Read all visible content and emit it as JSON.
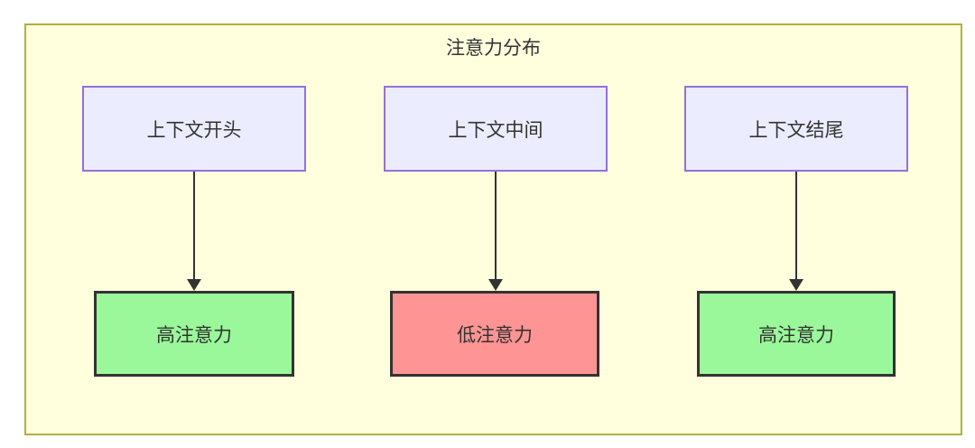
{
  "diagram": {
    "title": "注意力分布",
    "top_nodes": [
      {
        "id": "context-start",
        "label": "上下文开头"
      },
      {
        "id": "context-middle",
        "label": "上下文中间"
      },
      {
        "id": "context-end",
        "label": "上下文结尾"
      }
    ],
    "bottom_nodes": [
      {
        "id": "attention-left",
        "label": "高注意力",
        "level": "high"
      },
      {
        "id": "attention-middle",
        "label": "低注意力",
        "level": "low"
      },
      {
        "id": "attention-right",
        "label": "高注意力",
        "level": "high"
      }
    ],
    "edges": [
      {
        "from": "context-start",
        "to": "attention-left"
      },
      {
        "from": "context-middle",
        "to": "attention-middle"
      },
      {
        "from": "context-end",
        "to": "attention-right"
      }
    ],
    "colors": {
      "container_background": "#ffffde",
      "container_border": "#b1b13a",
      "top_node_background": "#ececff",
      "top_node_border": "#9370db",
      "high_attention_background": "#9af89a",
      "low_attention_background": "#ff9494",
      "bottom_node_border": "#333333",
      "arrow": "#333333",
      "text": "#333333"
    }
  }
}
